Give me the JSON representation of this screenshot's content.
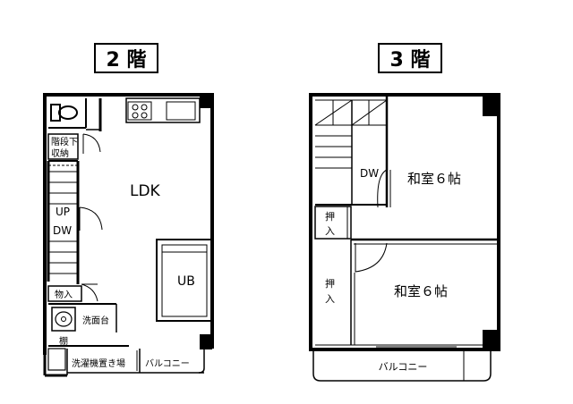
{
  "floor2": {
    "title": "2 階",
    "rooms": {
      "ldk": "LDK",
      "ub": "UB",
      "under_stairs_1": "階段下",
      "under_stairs_2": "収納",
      "up": "UP",
      "dw": "DW",
      "storage": "物入",
      "washbasin": "洗面台",
      "shelf": "棚",
      "laundry": "洗濯機置き場",
      "balcony": "バルコニー"
    }
  },
  "floor3": {
    "title": "3 階",
    "rooms": {
      "dw": "DW",
      "washitsu_top": "和室６帖",
      "washitsu_bottom": "和室６帖",
      "closet_small": "押入",
      "closet_large": "押入",
      "balcony": "バルコニー"
    }
  }
}
